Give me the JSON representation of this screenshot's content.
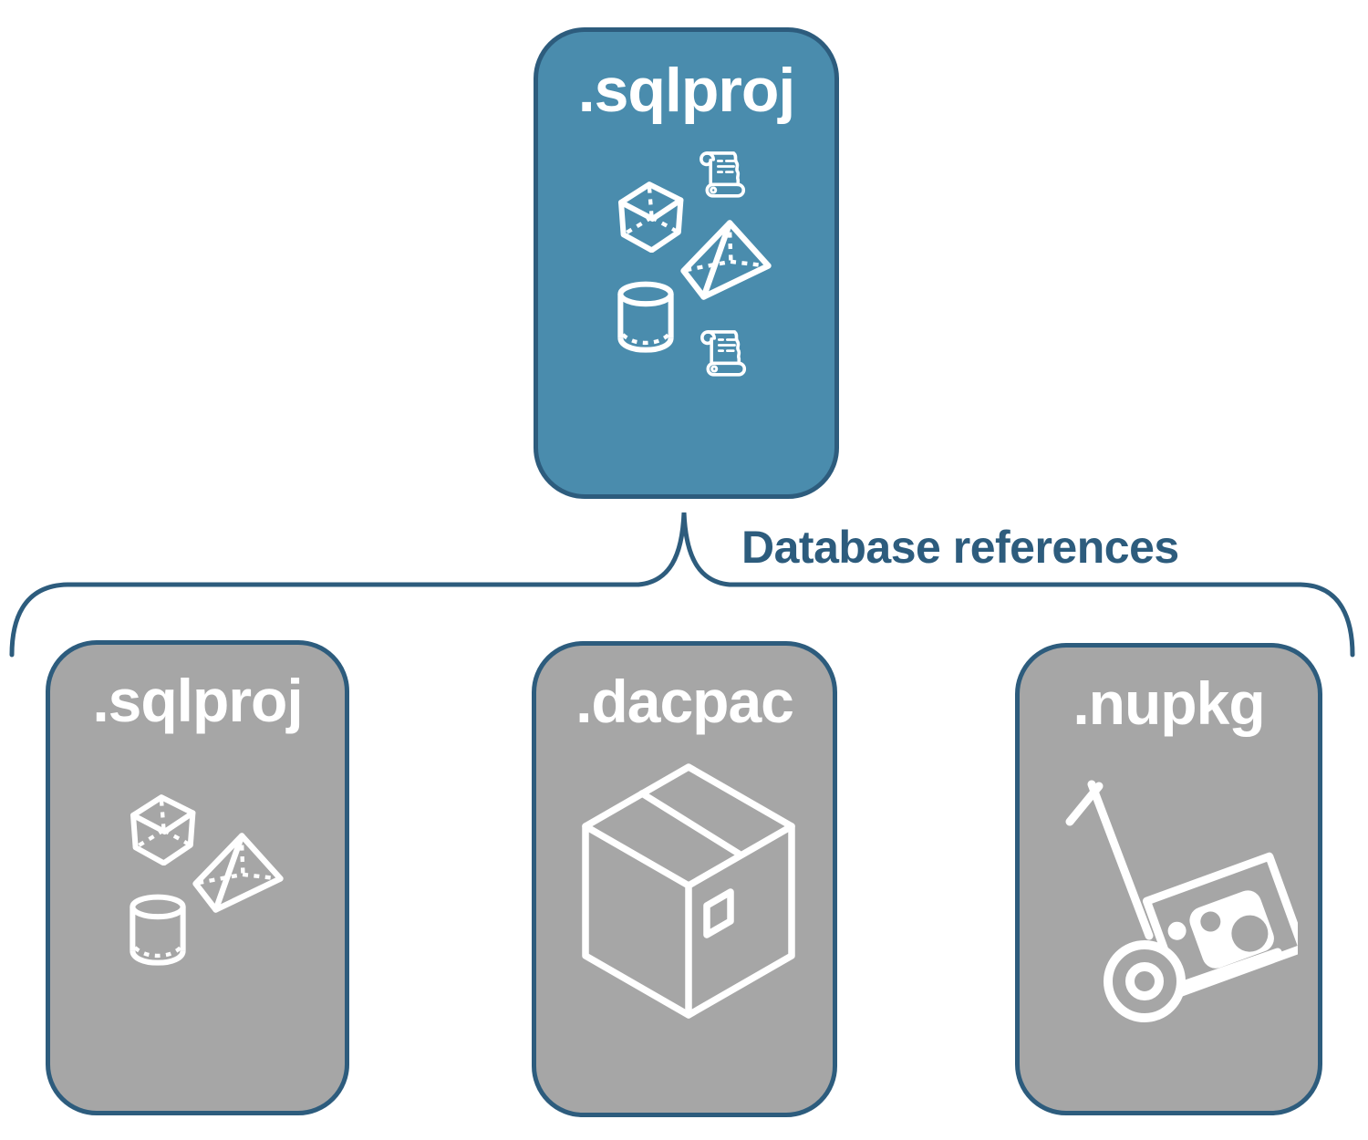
{
  "diagram": {
    "root_card": {
      "label": ".sqlproj",
      "icons": [
        "scroll-icon",
        "cube-icon",
        "pyramid-icon",
        "cylinder-icon",
        "scroll-icon"
      ]
    },
    "connector_label": "Database references",
    "child_cards": [
      {
        "label": ".sqlproj",
        "icons": [
          "cube-icon",
          "pyramid-icon",
          "cylinder-icon"
        ]
      },
      {
        "label": ".dacpac",
        "icons": [
          "package-box-icon"
        ]
      },
      {
        "label": ".nupkg",
        "icons": [
          "nuget-handtruck-icon"
        ]
      }
    ],
    "colors": {
      "root_card_fill": "#4a8cad",
      "child_card_fill": "#a6a6a6",
      "outline_stroke": "#2d5c7d",
      "card_label_color": "#ffffff",
      "connector_label_color": "#2d5c7d",
      "icon_color": "#ffffff",
      "background": "#ffffff"
    }
  }
}
